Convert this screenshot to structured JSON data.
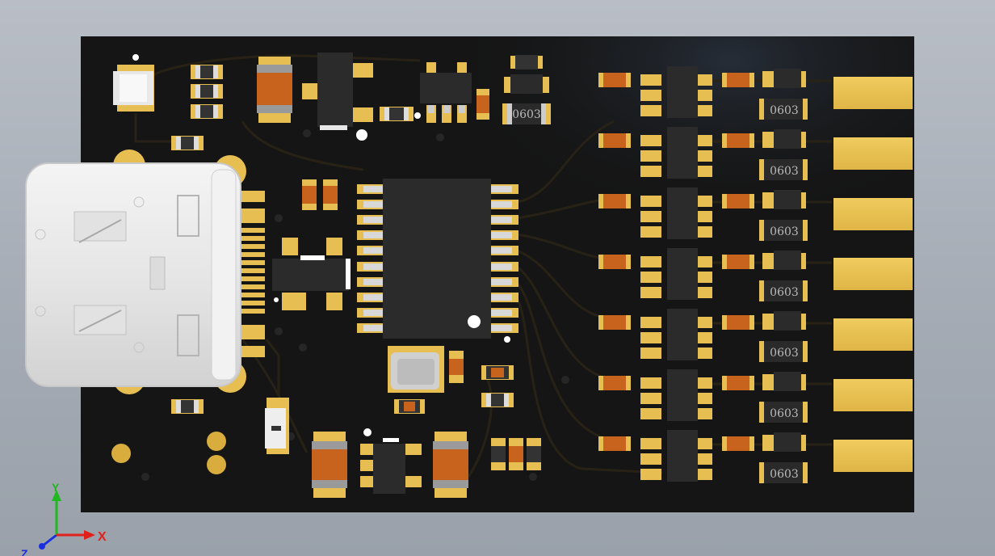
{
  "viewer": {
    "resistor_marking": "0603"
  },
  "axes": {
    "x_label": "X",
    "y_label": "Y",
    "z_label": "Z",
    "x_color": "#e0201a",
    "y_color": "#1fb81f",
    "z_color": "#1a2ee0"
  },
  "colors": {
    "board": "#151515",
    "pad_gold": "#e7be52",
    "edge_gold": "#e8c04e",
    "cap_orange": "#c7631c",
    "ic_black": "#2b2b2b",
    "connector_white": "#ececec"
  },
  "icons": {
    "axis_triad": "xyz-axes-icon",
    "usb_connector": "usb-c-connector-icon"
  }
}
